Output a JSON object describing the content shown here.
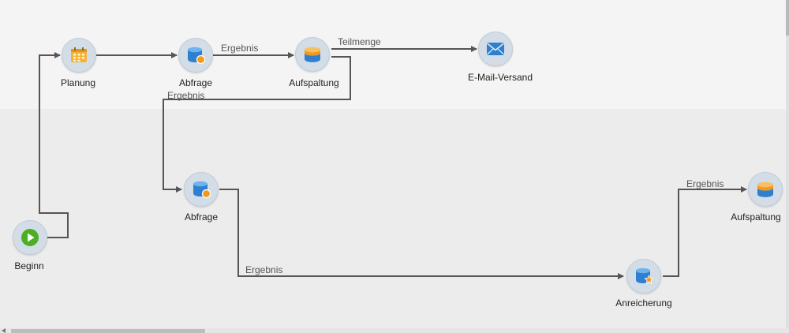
{
  "nodes": {
    "beginn": {
      "label": "Beginn"
    },
    "planung": {
      "label": "Planung"
    },
    "abfrage1": {
      "label": "Abfrage"
    },
    "aufspaltung1": {
      "label": "Aufspaltung"
    },
    "email": {
      "label": "E-Mail-Versand"
    },
    "abfrage2": {
      "label": "Abfrage"
    },
    "anreicherung": {
      "label": "Anreicherung"
    },
    "aufspaltung2": {
      "label": "Aufspaltung"
    }
  },
  "edges": {
    "planung_to_abfrage": "Ergebnis",
    "aufspaltung_subset": "Teilmenge",
    "aufspaltung_result": "Ergebnis",
    "abfrage2_result": "Ergebnis",
    "anreicherung_result": "Ergebnis"
  },
  "colors": {
    "node_bg": "#d3dde7",
    "link": "#555555",
    "icon_blue": "#2e7fd0",
    "icon_orange": "#f39a1e",
    "start_green": "#4caf22"
  }
}
